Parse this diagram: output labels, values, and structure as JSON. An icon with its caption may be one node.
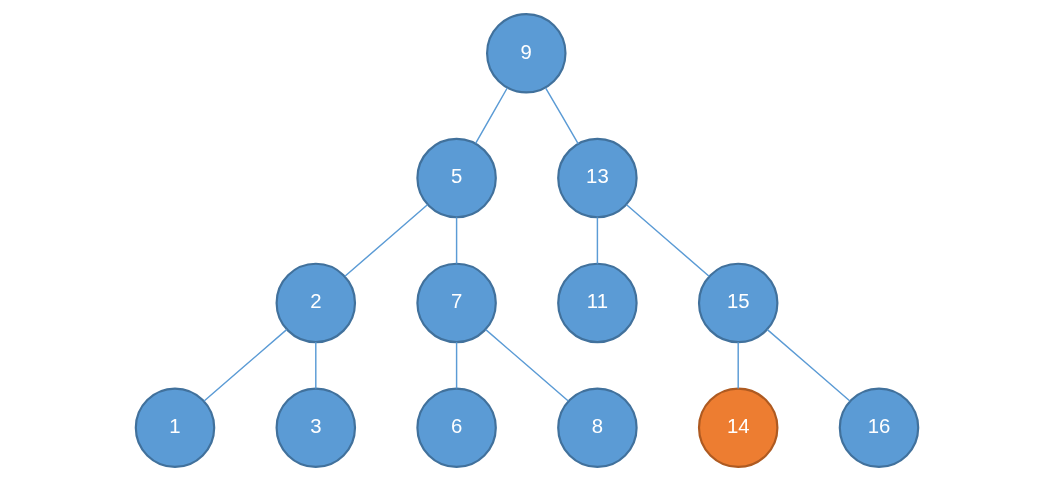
{
  "diagram": {
    "nodes": [
      {
        "text": [
          "9"
        ]
      },
      {
        "text": [
          "5"
        ]
      },
      {
        "text": [
          "13"
        ]
      },
      {
        "text": [
          "2"
        ]
      },
      {
        "text": [
          "7"
        ]
      },
      {
        "text": [
          "11"
        ]
      },
      {
        "text": [
          "15"
        ]
      },
      {
        "text": [
          "1"
        ]
      },
      {
        "text": [
          "3"
        ]
      },
      {
        "text": [
          "6"
        ]
      },
      {
        "text": [
          "8"
        ]
      },
      {
        "text": [
          "14"
        ]
      },
      {
        "text": [
          "16"
        ]
      }
    ],
    "edges": [
      {
        "from": 0,
        "to": 1,
        "arrow": "none"
      },
      {
        "from": 0,
        "to": 2,
        "arrow": "none"
      },
      {
        "from": 1,
        "to": 3,
        "arrow": "none"
      },
      {
        "from": 1,
        "to": 4,
        "arrow": "none"
      },
      {
        "from": 2,
        "to": 5,
        "arrow": "none"
      },
      {
        "from": 2,
        "to": 6,
        "arrow": "none"
      },
      {
        "from": 3,
        "to": 7,
        "arrow": "none"
      },
      {
        "from": 3,
        "to": 8,
        "arrow": "none"
      },
      {
        "from": 4,
        "to": 9,
        "arrow": "none"
      },
      {
        "from": 4,
        "to": 10,
        "arrow": "none"
      },
      {
        "from": 6,
        "to": 11,
        "arrow": "none"
      },
      {
        "from": 6,
        "to": 12,
        "arrow": "none"
      }
    ]
  }
}
